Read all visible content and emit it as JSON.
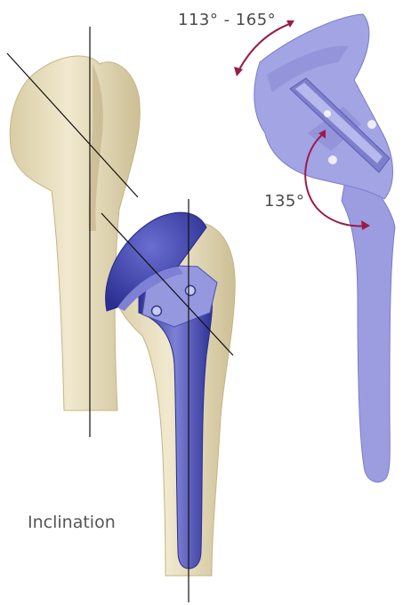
{
  "labels": {
    "range": "113° - 165°",
    "angle": "135°",
    "caption": "Inclination"
  },
  "colors": {
    "bone": "#ece3c4",
    "bone_shadow": "#c9bb90",
    "implant_dark": "#3a3fa6",
    "implant_light": "#8e90d8",
    "component": "#9c9de0",
    "component_dark": "#7b7cc8",
    "arc": "#9b1b48",
    "line": "#111111"
  },
  "icons": {
    "arrow": "arrow-icon"
  }
}
